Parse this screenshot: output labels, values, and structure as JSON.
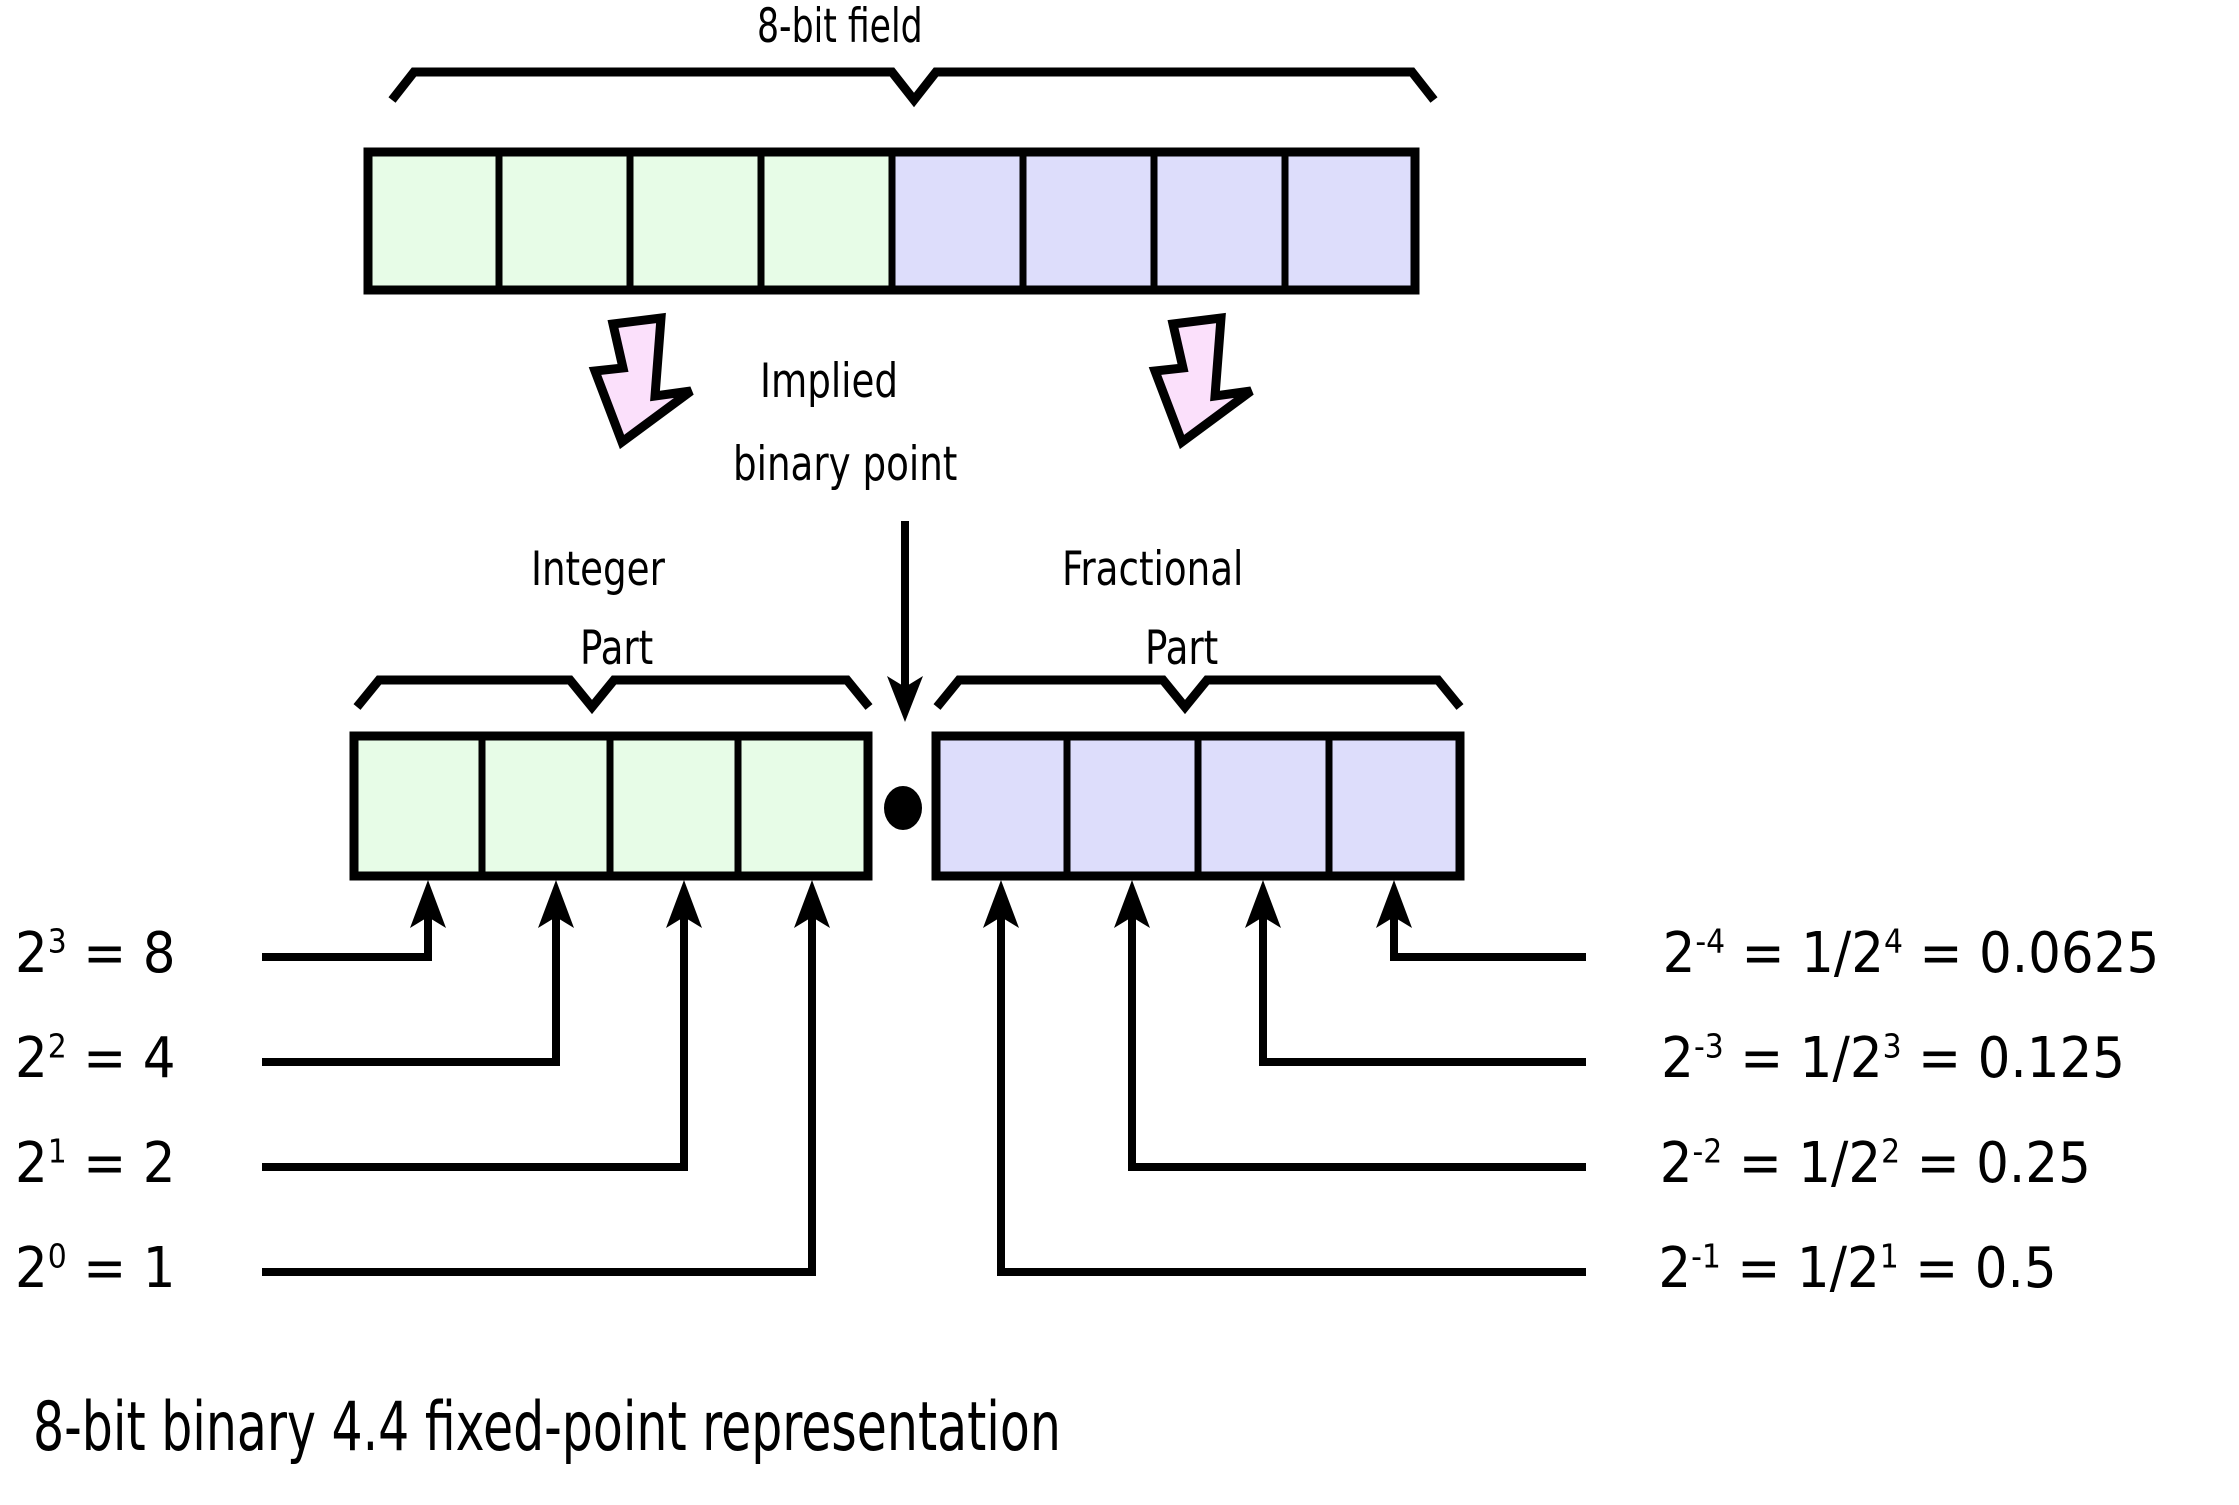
{
  "diagram": {
    "caption": "8-bit binary 4.4 fixed-point representation",
    "top_field_label": "8-bit field",
    "implied_point_line1": "Implied",
    "implied_point_line2": "binary point",
    "integer_label_line1": "Integer",
    "integer_label_line2": "Part",
    "fractional_label_line1": "Fractional",
    "fractional_label_line2": "Part",
    "binary_point_glyph": "•"
  },
  "colors": {
    "integer_cell": "#e7fce7",
    "fractional_cell": "#ddddfb",
    "arrow_fill": "#fbe0fb",
    "stroke": "#000000",
    "background": "#ffffff"
  },
  "top_row": {
    "cells": [
      {
        "index": 0,
        "part": "integer"
      },
      {
        "index": 1,
        "part": "integer"
      },
      {
        "index": 2,
        "part": "integer"
      },
      {
        "index": 3,
        "part": "integer"
      },
      {
        "index": 4,
        "part": "fractional"
      },
      {
        "index": 5,
        "part": "fractional"
      },
      {
        "index": 6,
        "part": "fractional"
      },
      {
        "index": 7,
        "part": "fractional"
      }
    ]
  },
  "bottom_row": {
    "integer_cells": 4,
    "fractional_cells": 4
  },
  "integer_weights": [
    {
      "base": "2",
      "exponent": "3",
      "value": "8",
      "text": "2³ = 8"
    },
    {
      "base": "2",
      "exponent": "2",
      "value": "4",
      "text": "2² = 4"
    },
    {
      "base": "2",
      "exponent": "1",
      "value": "2",
      "text": "2¹ = 2"
    },
    {
      "base": "2",
      "exponent": "0",
      "value": "1",
      "text": "2⁰ = 1"
    }
  ],
  "fractional_weights": [
    {
      "base": "2",
      "exponent": "-4",
      "fraction_exponent": "4",
      "value": "0.0625",
      "text": "2⁻⁴ = 1/2⁴ = 0.0625"
    },
    {
      "base": "2",
      "exponent": "-3",
      "fraction_exponent": "3",
      "value": "0.125",
      "text": "2⁻³ = 1/2³ = 0.125"
    },
    {
      "base": "2",
      "exponent": "-2",
      "fraction_exponent": "2",
      "value": "0.25",
      "text": "2⁻² = 1/2² = 0.25"
    },
    {
      "base": "2",
      "exponent": "-1",
      "fraction_exponent": "1",
      "value": "0.5",
      "text": "2⁻¹ = 1/2¹ = 0.5"
    }
  ]
}
